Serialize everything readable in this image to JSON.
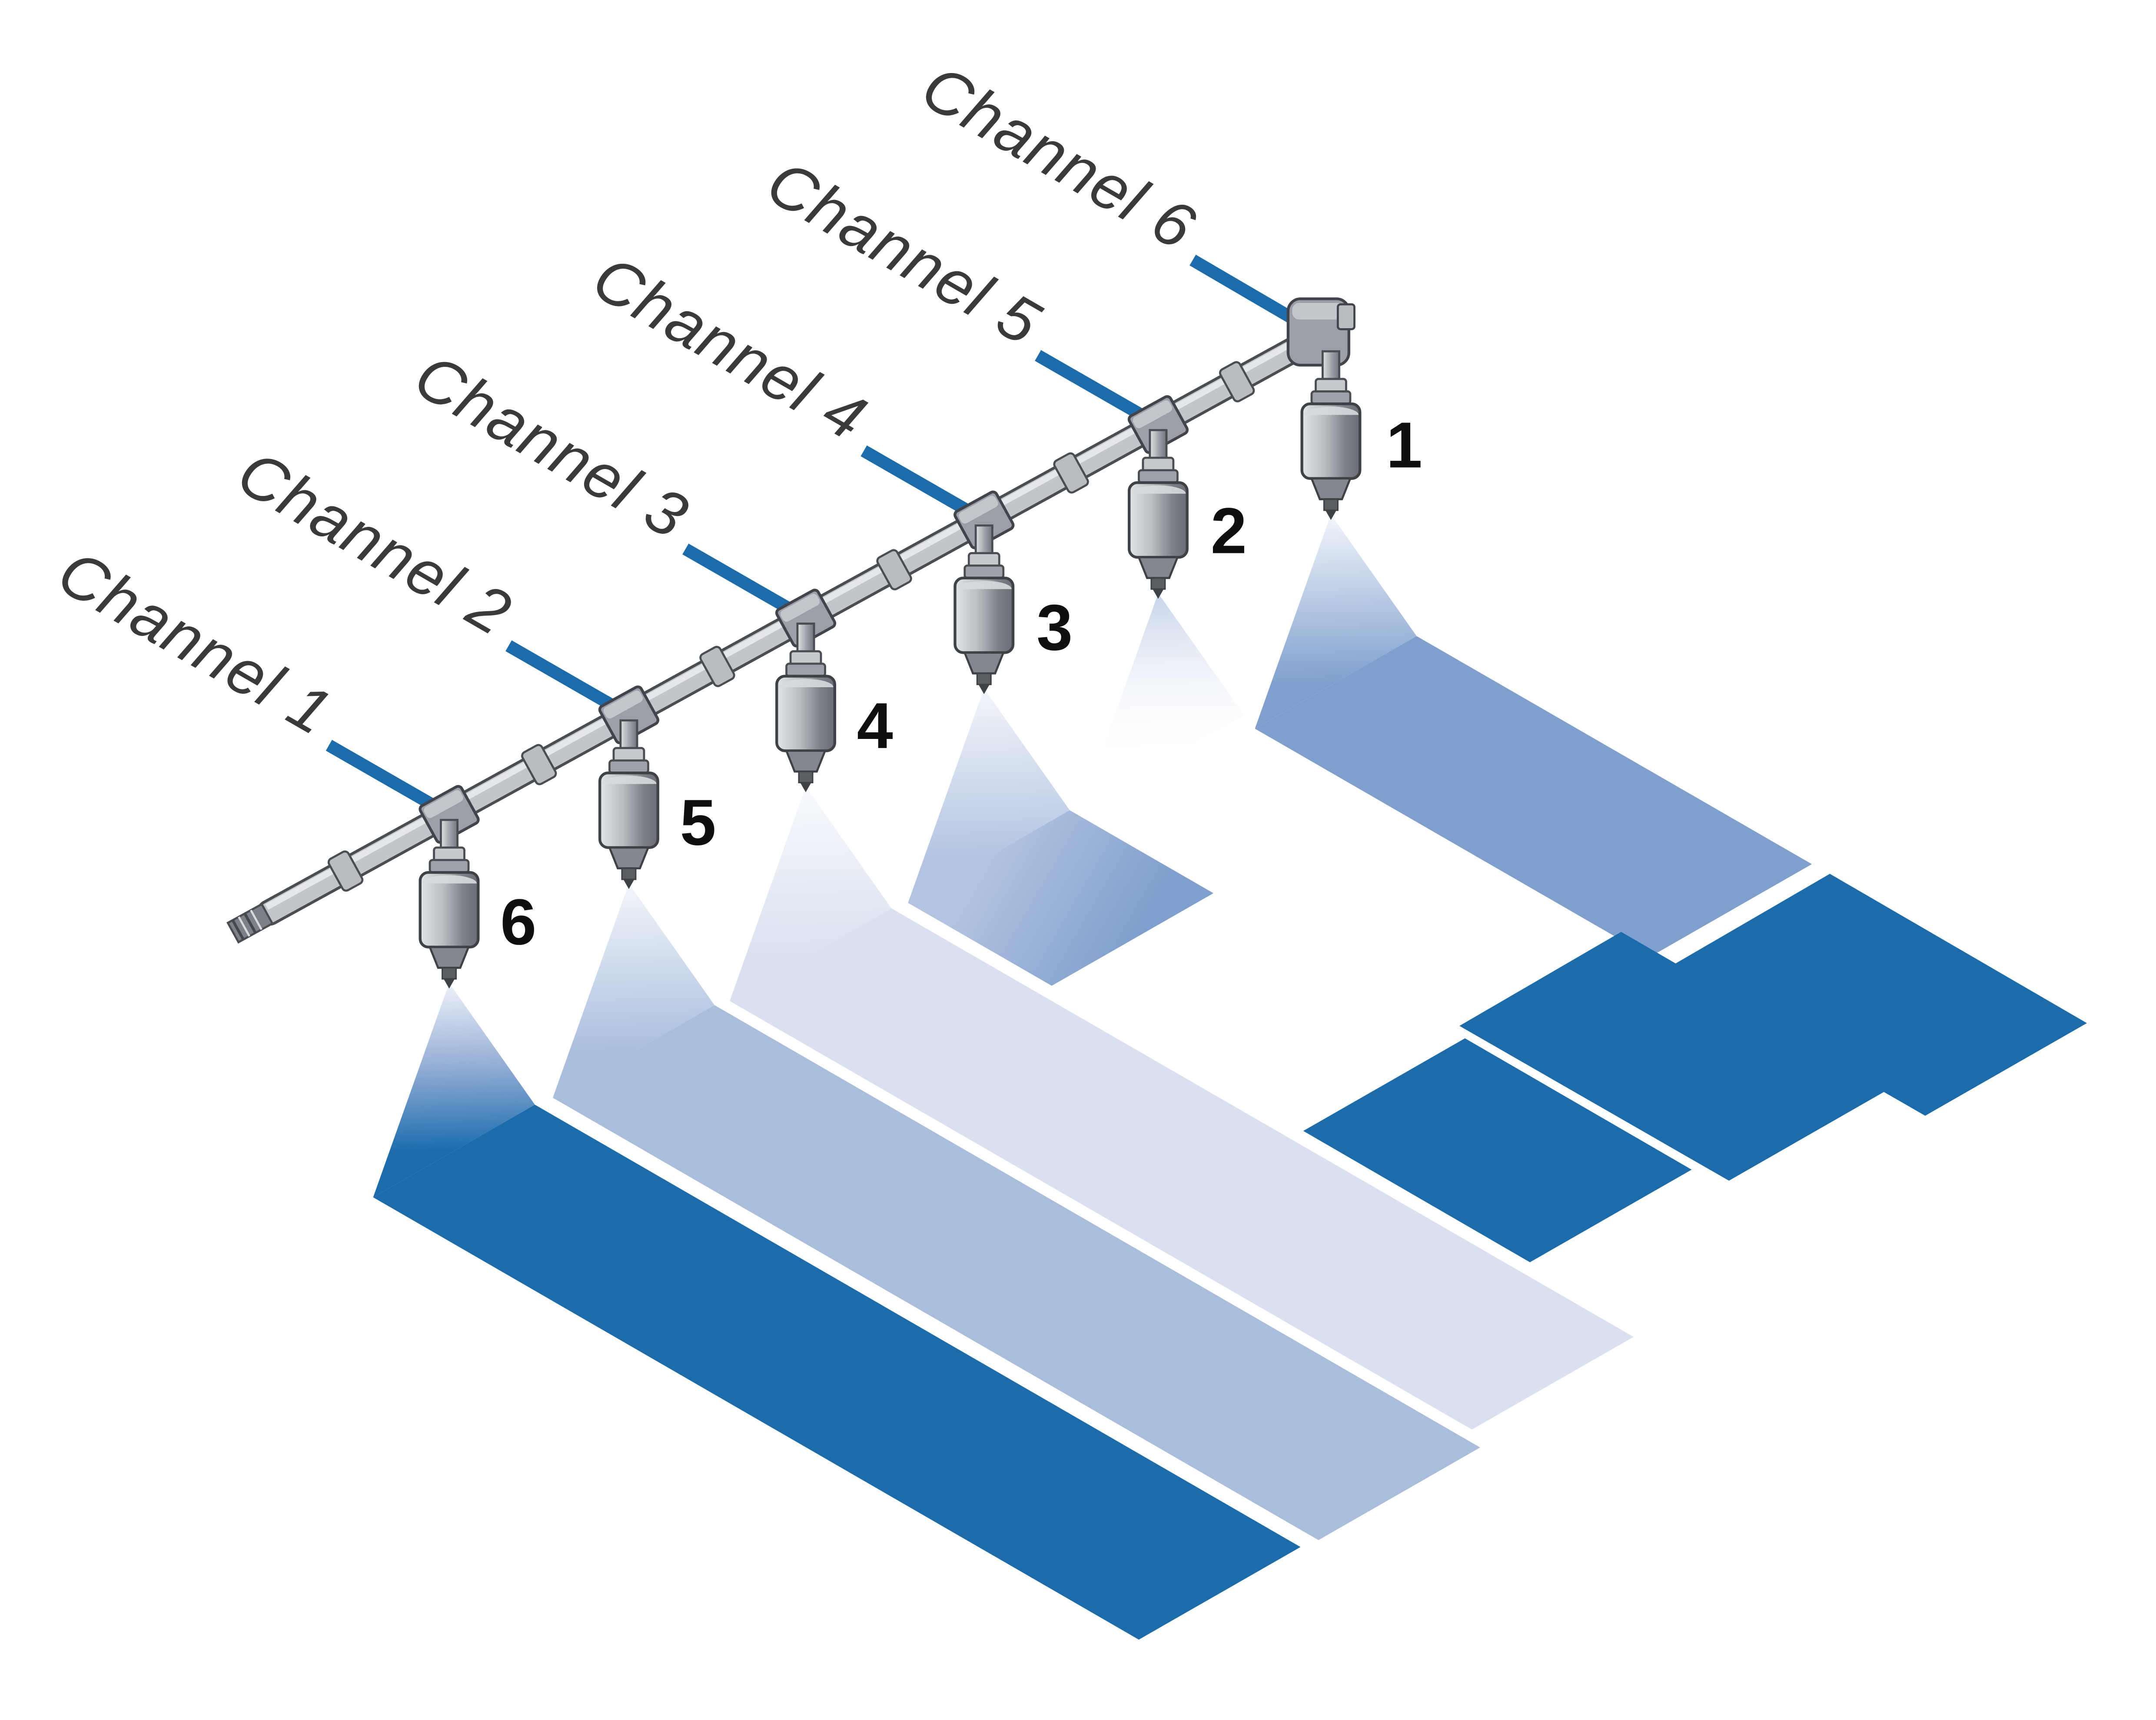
{
  "channels": [
    {
      "label": "Channel 1"
    },
    {
      "label": "Channel 2"
    },
    {
      "label": "Channel 3"
    },
    {
      "label": "Channel 4"
    },
    {
      "label": "Channel 5"
    },
    {
      "label": "Channel 6"
    }
  ],
  "nozzles": [
    {
      "number": "1"
    },
    {
      "number": "2"
    },
    {
      "number": "3"
    },
    {
      "number": "4"
    },
    {
      "number": "5"
    },
    {
      "number": "6"
    }
  ],
  "colors": {
    "leader_line": "#1a6cad",
    "band_dark": "#1a6cad",
    "band_medium": "#7fa0ce",
    "band_light": "#a9bedd",
    "band_pale": "#d9e1f0",
    "label_text": "#3a3a3c",
    "number_text": "#101012"
  }
}
